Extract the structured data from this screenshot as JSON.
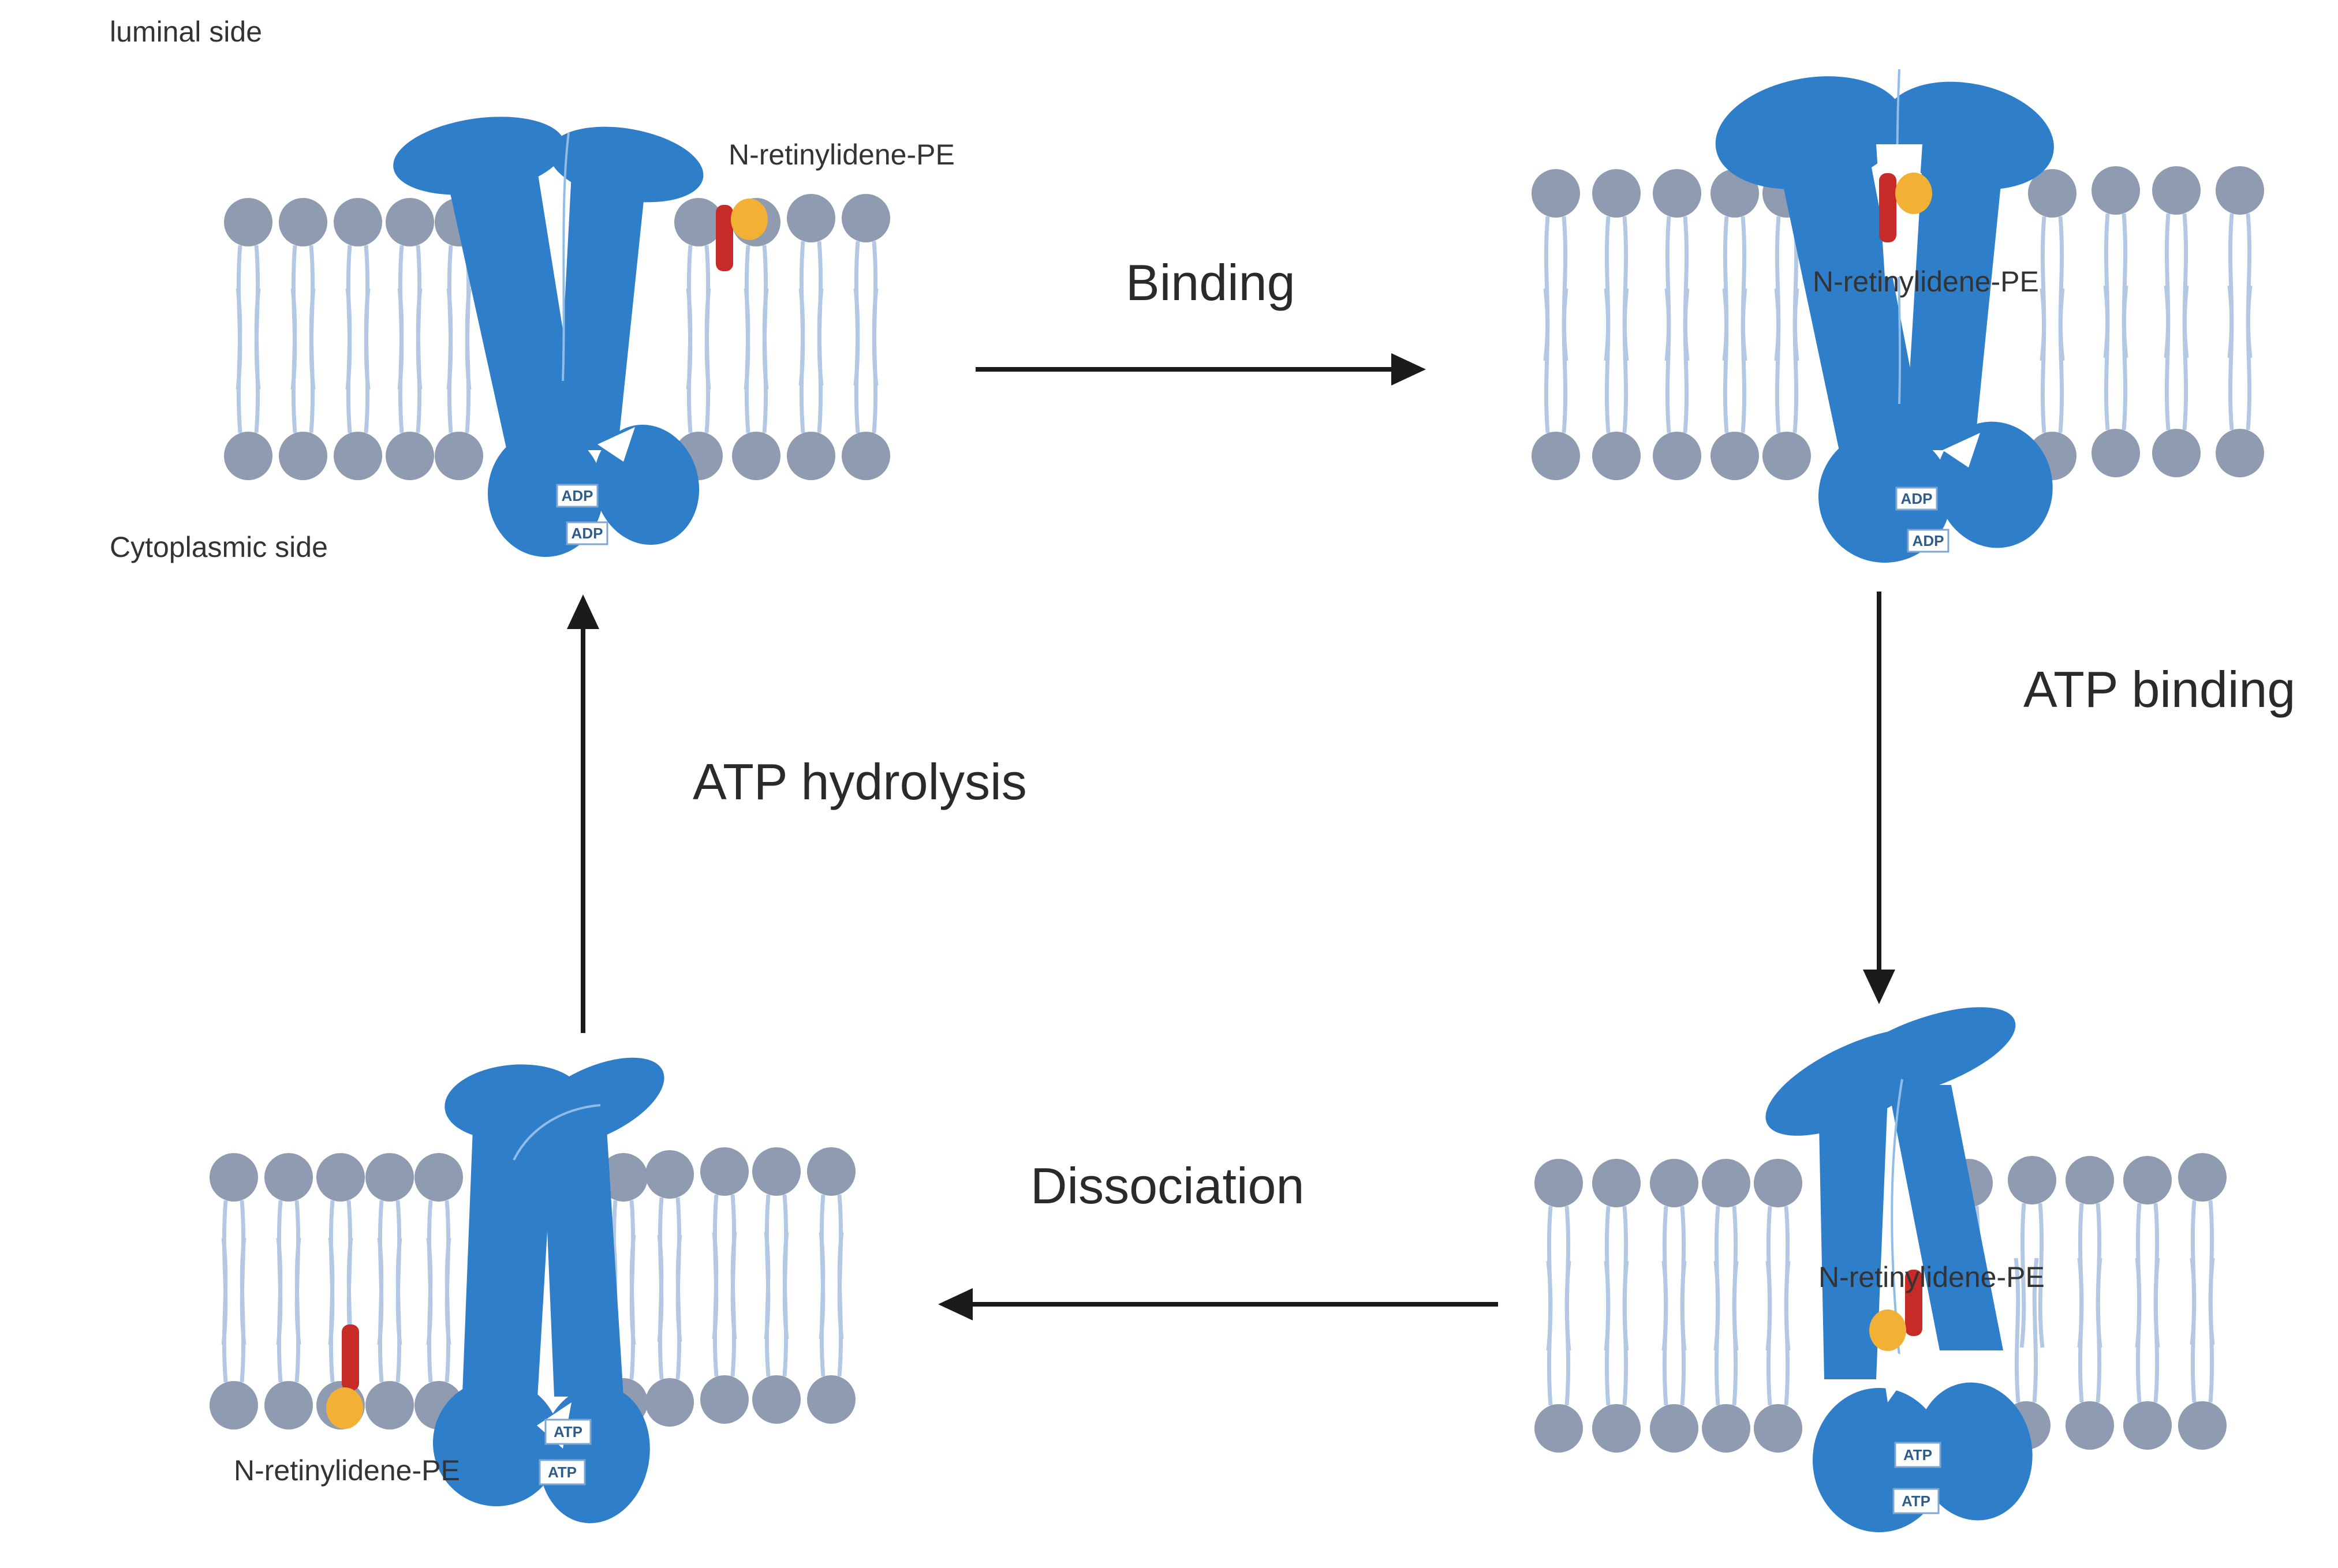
{
  "labels": {
    "luminal_side": "luminal side",
    "cytoplasmic_side": "Cytoplasmic side",
    "lipid": "N-retinylidene-PE"
  },
  "steps": {
    "binding": "Binding",
    "atp_binding": "ATP binding",
    "dissociation": "Dissociation",
    "atp_hydrolysis": "ATP hydrolysis"
  },
  "nucleotides": {
    "adp": "ADP",
    "atp": "ATP"
  },
  "colors": {
    "protein": "#2f7ec9",
    "protein_highlight": "#8fbde8",
    "lipid_head": "#8e9bb0",
    "lipid_tail": "#b5c8e3",
    "retinal_chain": "#c62b27",
    "retinal_head": "#f2b035",
    "arrow": "#1b1b1b",
    "nucleotide_box": "#ffffff",
    "nucleotide_text": "#2f5c8a"
  },
  "icons": {
    "protein": "abc-transporter-icon",
    "membrane": "lipid-bilayer-icon",
    "lipid_marker": "retinal-lipid-icon"
  }
}
